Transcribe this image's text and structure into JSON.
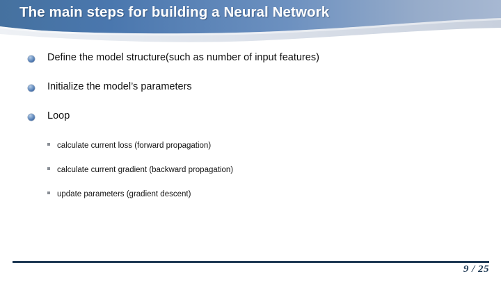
{
  "slide": {
    "title": "The main steps for building a Neural Network",
    "bullets": [
      {
        "text": "Define the model structure(such as number of input features)",
        "marker": "sphere-bullet-icon"
      },
      {
        "text": "Initialize the model’s parameters",
        "marker": "sphere-bullet-icon"
      },
      {
        "text": "Loop",
        "marker": "sphere-bullet-icon",
        "sub_bullets": [
          {
            "text": "calculate current loss (forward propagation)",
            "marker": "square-bullet-icon"
          },
          {
            "text": "calculate current gradient (backward propagation)",
            "marker": "square-bullet-icon"
          },
          {
            "text": "update parameters (gradient descent)",
            "marker": "square-bullet-icon"
          }
        ]
      }
    ],
    "footer": {
      "page_number": "9 / 25"
    },
    "colors": {
      "banner_blue_left": "#4a77ae",
      "banner_blue_right": "#9fb3d1",
      "banner_wave_gray": "#cfd6e0",
      "title_text": "#ffffff",
      "body_text": "#111111",
      "footer_navy": "#1f3a55",
      "sub_bullet_gray": "#8a8f96"
    }
  }
}
